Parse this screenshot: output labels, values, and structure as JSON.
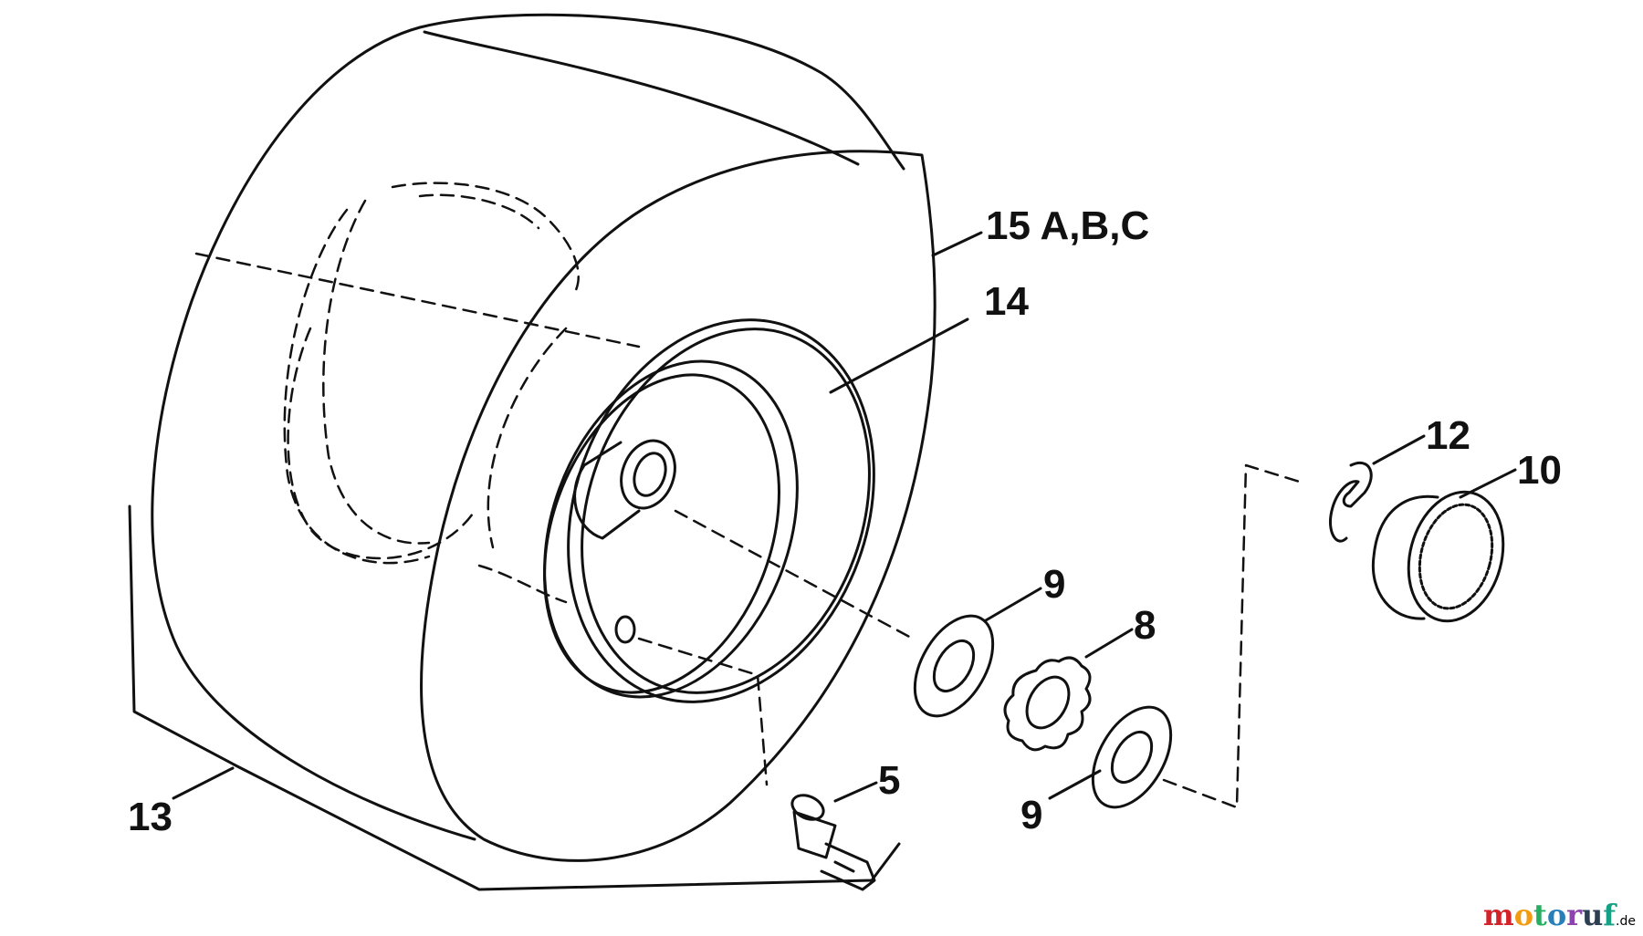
{
  "diagram": {
    "callouts": {
      "c15": "15 A,B,C",
      "c14": "14",
      "c12": "12",
      "c10": "10",
      "c9_top": "9",
      "c8": "8",
      "c9_bottom": "9",
      "c5": "5",
      "c13": "13"
    }
  },
  "watermark": {
    "parts": [
      "m",
      "o",
      "t",
      "o",
      "r",
      "u",
      "f"
    ],
    "colors": [
      "#d2232a",
      "#f39c12",
      "#27ae60",
      "#2980b9",
      "#8e44ad",
      "#2c3e50",
      "#16a085"
    ],
    "tld": ".de"
  },
  "colors": {
    "line": "#111111",
    "background": "#ffffff"
  }
}
